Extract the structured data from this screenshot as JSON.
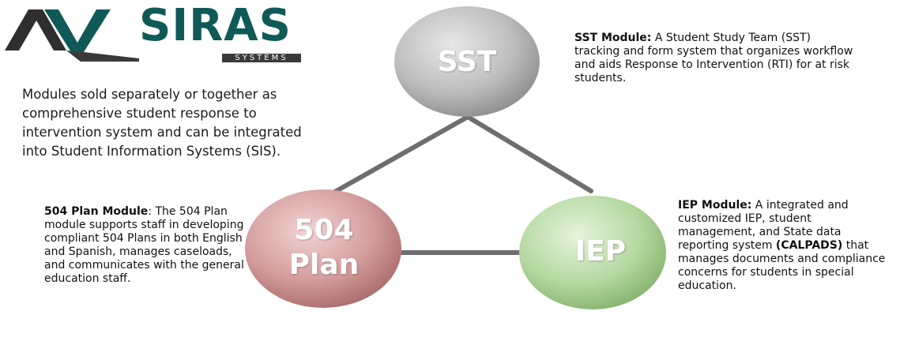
{
  "logo": {
    "name": "SIRAS",
    "subtitle": "SYSTEMS"
  },
  "intro": "Modules sold separately or together as comprehensive student response to intervention system and can be integrated into Student Information Systems (SIS).",
  "nodes": {
    "sst": {
      "label": "SST",
      "color": "#b9b9b9"
    },
    "plan504": {
      "label_line1": "504",
      "label_line2": "Plan",
      "color": "#d39a9a"
    },
    "iep": {
      "label": "IEP",
      "color": "#b6d7a4"
    }
  },
  "descriptions": {
    "sst": {
      "title": "SST Module:",
      "body": " A Student Study Team (SST) tracking and form system that organizes workflow and aids Response to Intervention (RTI) for at risk students."
    },
    "plan504": {
      "title": "504 Plan Module",
      "body": ":  The 504 Plan module supports staff in developing compliant 504 Plans in both English and Spanish, manages caseloads, and communicates with the general education staff."
    },
    "iep": {
      "title": "IEP Module:",
      "body_before": " A integrated and customized IEP, student management, and State data reporting system ",
      "bold_term": "(CALPADS)",
      "body_after": " that manages documents and compliance concerns for students in special education."
    }
  },
  "colors": {
    "brand": "#0f5a57",
    "connector": "#707070"
  }
}
